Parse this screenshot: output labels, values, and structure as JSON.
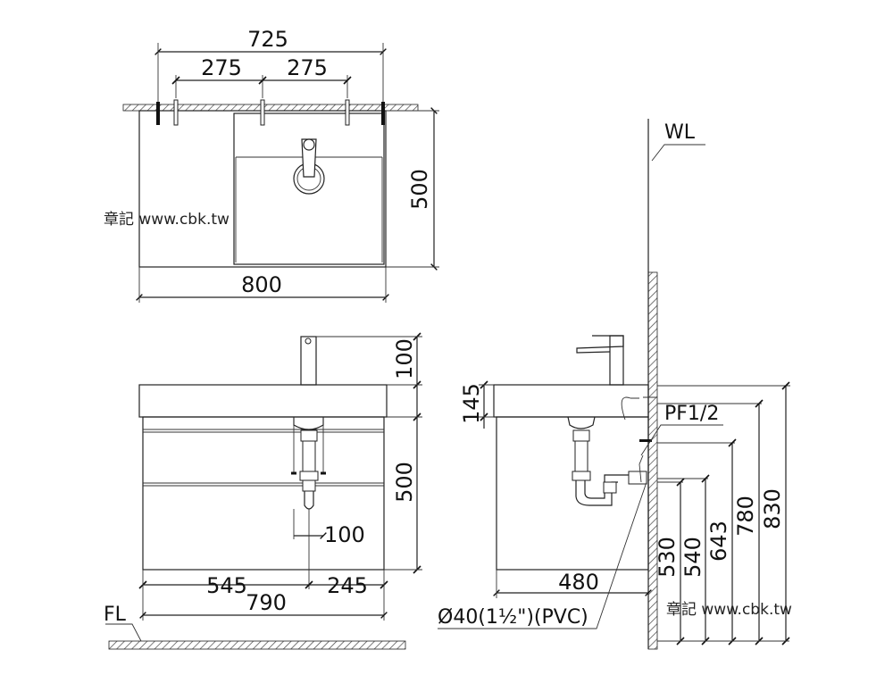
{
  "top_view": {
    "dim_overall_top": "725",
    "dim_hole_left": "275",
    "dim_hole_right": "275",
    "dim_depth": "500",
    "dim_width": "800"
  },
  "front_view": {
    "dim_faucet": "100",
    "dim_cabinet": "500",
    "dim_drain": "100",
    "dim_left": "545",
    "dim_right": "245",
    "dim_bottom": "790",
    "floor_label": "FL"
  },
  "side_view": {
    "wall_label": "WL",
    "dim_basin": "145",
    "supply_label": "PF1/2",
    "dim_depth": "480",
    "pipe_label": "Ø40(1½\")(PVC)",
    "height_530": "530",
    "height_540": "540",
    "height_643": "643",
    "height_780": "780",
    "height_830": "830"
  },
  "watermarks": [
    "章記 www.cbk.tw",
    "章記 www.cbk.tw"
  ]
}
